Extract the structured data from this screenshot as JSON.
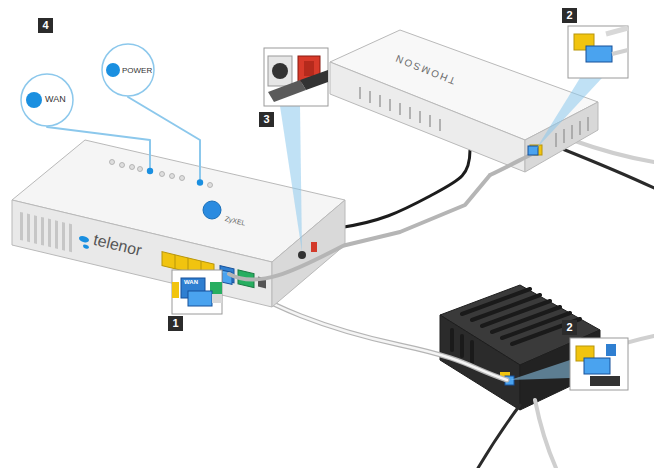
{
  "diagram": {
    "nodes": [
      {
        "text": [
          "WAN"
        ]
      },
      {
        "text": [
          "POWER"
        ]
      },
      {
        "text": [
          "telenor",
          "ZyXEL"
        ]
      },
      {
        "text": [
          "THOMSON"
        ]
      }
    ],
    "edges": [
      {
        "from": 0,
        "to": 2,
        "arrow": "none"
      },
      {
        "from": 1,
        "to": 2,
        "arrow": "none"
      },
      {
        "from": 2,
        "to": 3,
        "arrow": "none"
      }
    ],
    "labels": [
      "4",
      "2",
      "3",
      "2",
      "1",
      "WAN"
    ]
  }
}
